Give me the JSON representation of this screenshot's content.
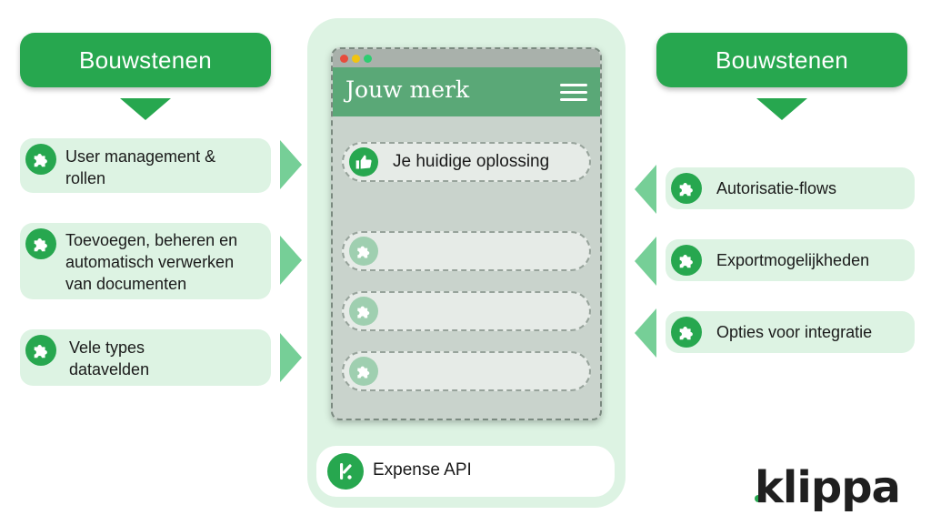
{
  "left_header": "Bouwstenen",
  "right_header": "Bouwstenen",
  "left_features": [
    {
      "lines": [
        "User management &",
        "rollen"
      ],
      "icon": "puzzle-icon"
    },
    {
      "lines": [
        "Toevoegen, beheren en",
        "automatisch verwerken",
        "van documenten"
      ],
      "icon": "puzzle-icon"
    },
    {
      "lines": [
        "Vele types",
        "datavelden"
      ],
      "icon": "puzzle-icon"
    }
  ],
  "right_features": [
    {
      "label": "Autorisatie-flows",
      "icon": "puzzle-icon"
    },
    {
      "label": "Exportmogelijkheden",
      "icon": "puzzle-icon"
    },
    {
      "label": "Opties voor integratie",
      "icon": "puzzle-icon"
    }
  ],
  "app": {
    "brand_title": "Jouw merk",
    "current_solution": "Je huidige oplossing",
    "current_solution_icon": "thumbs-up-icon",
    "empty_slot_icon": "puzzle-icon"
  },
  "api": {
    "label": "Expense API",
    "icon": "klippa-k-icon"
  },
  "logo_text": "klippa",
  "colors": {
    "primary_green": "#27a74f",
    "light_green": "#ddf3e3",
    "arrow_green": "#76cf97",
    "brand_bar": "#5aa877"
  }
}
